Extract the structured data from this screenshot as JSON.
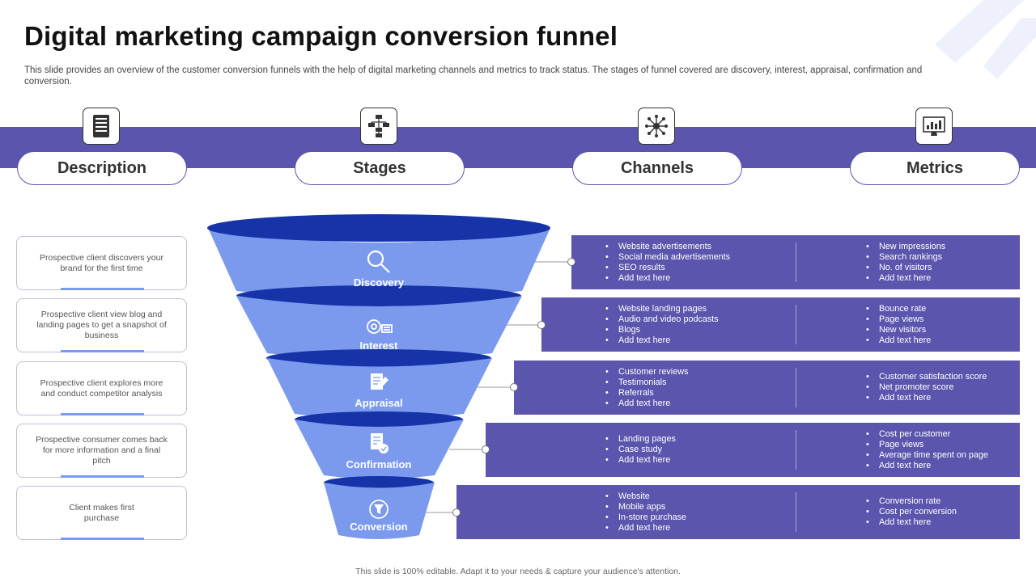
{
  "title": "Digital marketing campaign conversion funnel",
  "subtitle": "This slide provides an overview of the customer conversion funnels with the help of digital marketing channels and metrics to track status. The stages of funnel covered are discovery, interest, appraisal, confirmation and conversion.",
  "headers": [
    "Description",
    "Stages",
    "Channels",
    "Metrics"
  ],
  "header_icons": [
    "server-icon",
    "flowchart-icon",
    "network-hub-icon",
    "dashboard-monitor-icon"
  ],
  "stages": [
    {
      "name": "Discovery",
      "icon": "magnifier-icon",
      "description": "Prospective client discovers your brand for the first time",
      "channels": [
        "Website advertisements",
        "Social media advertisements",
        "SEO  results",
        "Add text here"
      ],
      "metrics": [
        "New impressions",
        "Search rankings",
        "No. of visitors",
        "Add text here"
      ]
    },
    {
      "name": "Interest",
      "icon": "interest-gears-icon",
      "description": "Prospective client view blog and landing pages to get a snapshot of business",
      "channels": [
        "Website landing pages",
        "Audio and video podcasts",
        "Blogs",
        "Add text here"
      ],
      "metrics": [
        "Bounce rate",
        "Page views",
        "New visitors",
        "Add text here"
      ]
    },
    {
      "name": "Appraisal",
      "icon": "document-pen-icon",
      "description": "Prospective client explores more and conduct competitor analysis",
      "channels": [
        "Customer reviews",
        "Testimonials",
        "Referrals",
        "Add text here"
      ],
      "metrics": [
        "Customer satisfaction score",
        "Net promoter score",
        "Add text here"
      ]
    },
    {
      "name": "Confirmation",
      "icon": "document-check-icon",
      "description": "Prospective consumer comes back for more information and a final pitch",
      "channels": [
        "Landing pages",
        "Case study",
        "Add text here"
      ],
      "metrics": [
        "Cost per customer",
        "Page views",
        "Average time spent on page",
        "Add text here"
      ]
    },
    {
      "name": "Conversion",
      "icon": "funnel-cycle-icon",
      "description": "Client makes first purchase",
      "channels": [
        "Website",
        "Mobile apps",
        "In-store purchase",
        "Add text here"
      ],
      "metrics": [
        "Conversion rate",
        "Cost per conversion",
        "Add text here"
      ]
    }
  ],
  "footer": "This slide is 100% editable.  Adapt it to your needs & capture your audience's attention.",
  "colors": {
    "band": "#5b55ad",
    "funnel_light": "#7b9aee",
    "funnel_dark": "#1633a8",
    "title": "#111111"
  }
}
